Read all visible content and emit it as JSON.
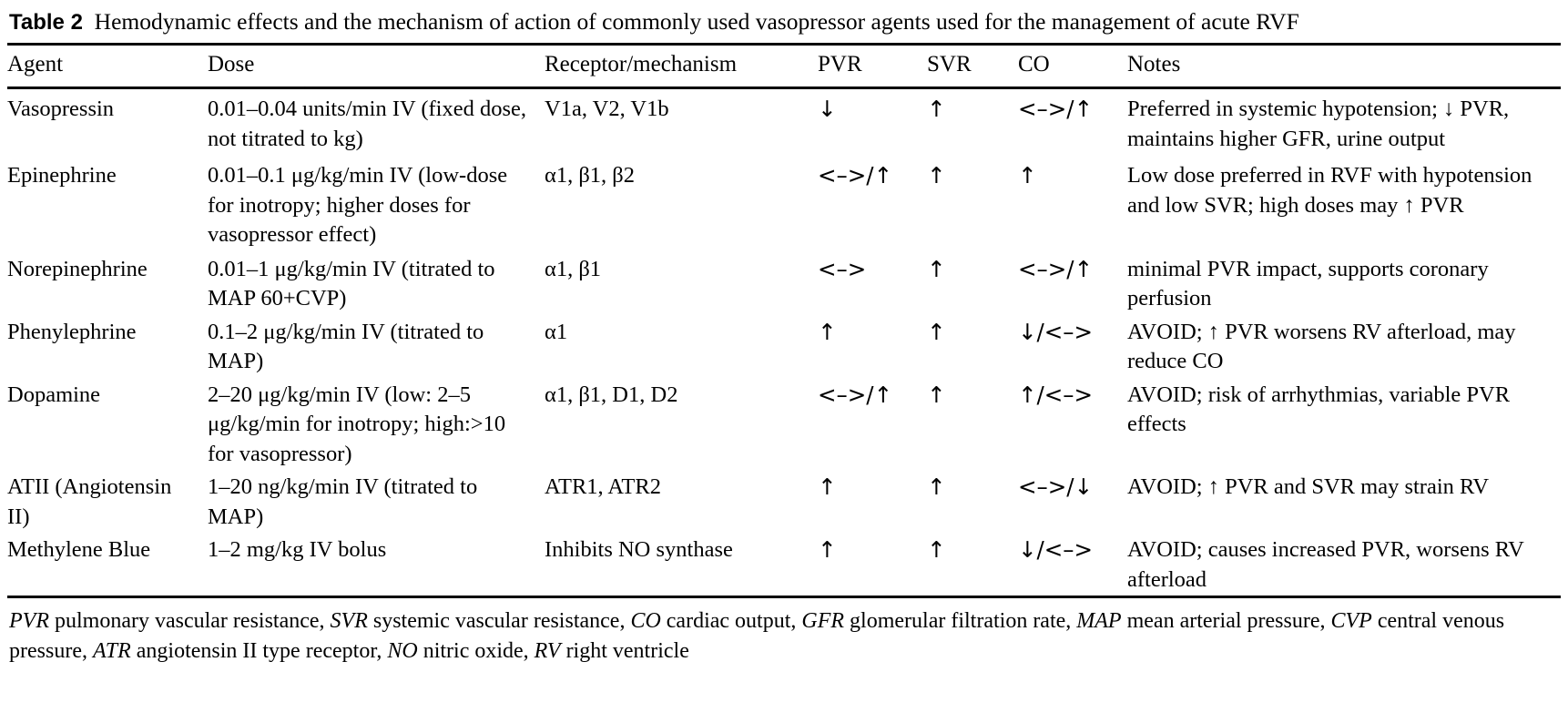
{
  "caption": {
    "label": "Table 2",
    "text": "Hemodynamic effects and the mechanism of action of commonly used vasopressor agents used for the management of acute RVF"
  },
  "table": {
    "columns": [
      "Agent",
      "Dose",
      "Receptor/mechanism",
      "PVR",
      "SVR",
      "CO",
      "Notes"
    ],
    "rows": [
      {
        "agent": "Vasopressin",
        "dose": "0.01–0.04 units/min IV (fixed dose, not titrated to kg)",
        "receptor": "V1a, V2, V1b",
        "pvr": "↓",
        "svr": "↑",
        "co": "<–>/↑",
        "notes": "Preferred in systemic hypotension; ↓ PVR, maintains higher GFR, urine output"
      },
      {
        "agent": "Epinephrine",
        "dose": "0.01–0.1 μg/kg/min IV (low-dose for inotropy; higher doses for vasopressor effect)",
        "receptor": "α1, β1, β2",
        "pvr": "<–>/↑",
        "svr": "↑",
        "co": "↑",
        "notes": "Low dose preferred in RVF with hypotension and low SVR; high doses may ↑ PVR"
      },
      {
        "agent": "Norepinephrine",
        "dose": "0.01–1 μg/kg/min IV (titrated to MAP 60+CVP)",
        "receptor": "α1, β1",
        "pvr": "<–>",
        "svr": "↑",
        "co": "<–>/↑",
        "notes": "minimal PVR impact, supports coronary perfusion"
      },
      {
        "agent": "Phenylephrine",
        "dose": "0.1–2 μg/kg/min IV (titrated to MAP)",
        "receptor": "α1",
        "pvr": "↑",
        "svr": "↑",
        "co": "↓/<–>",
        "notes": "AVOID; ↑ PVR worsens RV afterload, may reduce CO"
      },
      {
        "agent": "Dopamine",
        "dose": "2–20 μg/kg/min IV (low: 2–5 μg/kg/min for inotropy; high:>10 for vasopressor)",
        "receptor": "α1, β1, D1, D2",
        "pvr": "<–>/↑",
        "svr": "↑",
        "co": "↑/<–>",
        "notes": "AVOID; risk of arrhythmias, variable PVR effects"
      },
      {
        "agent": "ATII (Angiotensin II)",
        "dose": "1–20 ng/kg/min IV (titrated to MAP)",
        "receptor": "ATR1, ATR2",
        "pvr": "↑",
        "svr": "↑",
        "co": "<–>/↓",
        "notes": "AVOID; ↑ PVR and SVR may strain RV"
      },
      {
        "agent": "Methylene Blue",
        "dose": "1–2 mg/kg IV bolus",
        "receptor": "Inhibits NO synthase",
        "pvr": "↑",
        "svr": "↑",
        "co": "↓/<–>",
        "notes": "AVOID; causes increased PVR, worsens RV afterload"
      }
    ]
  },
  "footnote": {
    "entries": [
      {
        "abbr": "PVR",
        "def": "pulmonary vascular resistance,"
      },
      {
        "abbr": "SVR",
        "def": "systemic vascular resistance,"
      },
      {
        "abbr": "CO",
        "def": "cardiac output,"
      },
      {
        "abbr": "GFR",
        "def": "glomerular filtration rate,"
      },
      {
        "abbr": "MAP",
        "def": "mean arterial pressure,"
      },
      {
        "abbr": "CVP",
        "def": "central venous pressure,"
      },
      {
        "abbr": "ATR",
        "def": "angiotensin II type receptor,"
      },
      {
        "abbr": "NO",
        "def": "nitric oxide,"
      },
      {
        "abbr": "RV",
        "def": "right ventricle"
      }
    ]
  }
}
